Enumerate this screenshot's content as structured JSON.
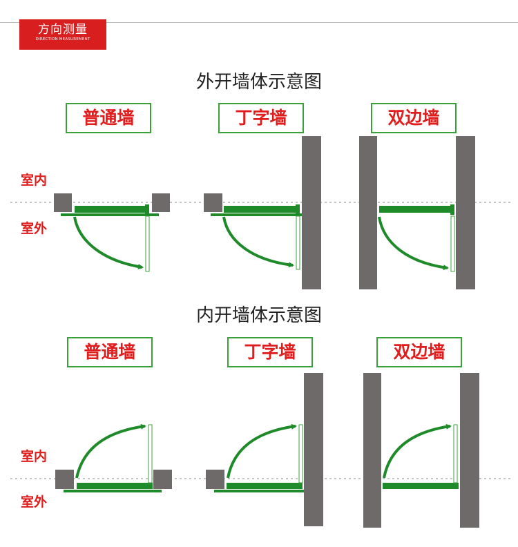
{
  "header": {
    "title": "方向测量",
    "subtitle": "DIRECTION MEASUREMENT"
  },
  "sections": [
    {
      "title": "外开墙体示意图",
      "walls": [
        "普通墙",
        "丁字墙",
        "双边墙"
      ],
      "indoor_label": "室内",
      "outdoor_label": "室外"
    },
    {
      "title": "内开墙体示意图",
      "walls": [
        "普通墙",
        "丁字墙",
        "双边墙"
      ],
      "indoor_label": "室内",
      "outdoor_label": "室外"
    }
  ],
  "colors": {
    "brand_red": "#d81e1e",
    "label_red": "#e01c1c",
    "frame_green": "#3aa03a",
    "door_green": "#1f8a2a",
    "wall_gray": "#6f6a6a"
  }
}
